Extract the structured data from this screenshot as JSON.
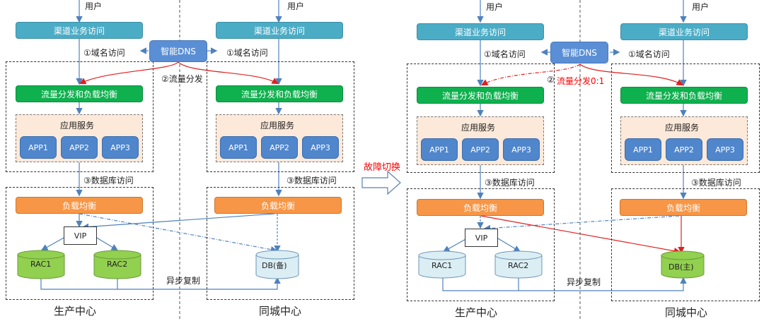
{
  "switch_label": "故障切换",
  "panels": [
    {
      "user": [
        "用户",
        "用户"
      ],
      "channel": [
        "渠道业务访问",
        "渠道业务访问"
      ],
      "dns": "智能DNS",
      "domain_access": [
        "①域名访问",
        "①域名访问"
      ],
      "traffic_label": "②流量分发",
      "lb_traffic": [
        "流量分发和负载均衡",
        "流量分发和负载均衡"
      ],
      "app_service": [
        "应用服务",
        "应用服务"
      ],
      "apps": [
        "APP1",
        "APP2",
        "APP3"
      ],
      "db_access": [
        "③数据库访问",
        "③数据库访问"
      ],
      "lb_db": [
        "负载均衡",
        "负载均衡"
      ],
      "vip": "VIP",
      "rac": [
        "RAC1",
        "RAC2"
      ],
      "db": "DB(备)",
      "replication": "异步复制",
      "centers": [
        "生产中心",
        "同城中心"
      ]
    },
    {
      "user": [
        "用户",
        "用户"
      ],
      "channel": [
        "渠道业务访问",
        "渠道业务访问"
      ],
      "dns": "智能DNS",
      "domain_access": [
        "①域名访问",
        "①域名访问"
      ],
      "traffic_label_prefix": "②",
      "traffic_label": "流量分发0:1",
      "lb_traffic": [
        "流量分发和负载均衡",
        "流量分发和负载均衡"
      ],
      "app_service": [
        "应用服务",
        "应用服务"
      ],
      "apps": [
        "APP1",
        "APP2",
        "APP3"
      ],
      "db_access": [
        "③数据库访问",
        "③数据库访问"
      ],
      "lb_db": [
        "负载均衡",
        "负载均衡"
      ],
      "vip": "VIP",
      "rac": [
        "RAC1",
        "RAC2"
      ],
      "db": "DB(主)",
      "replication": "异步复制",
      "centers": [
        "生产中心",
        "同城中心"
      ]
    }
  ],
  "colors": {
    "channel": "#4bacc6",
    "dns": "#5a8fd6",
    "lb_traffic": "#0fb04e",
    "lb_db": "#f79646",
    "app": "#4f86cc",
    "app_service_bg": "#fde9d9",
    "db_active": "#92d050",
    "db_standby": "#dbeef4",
    "arrow_blue": "#4f81bd",
    "arrow_red": "#e02020",
    "switch_text": "#ff0000"
  }
}
